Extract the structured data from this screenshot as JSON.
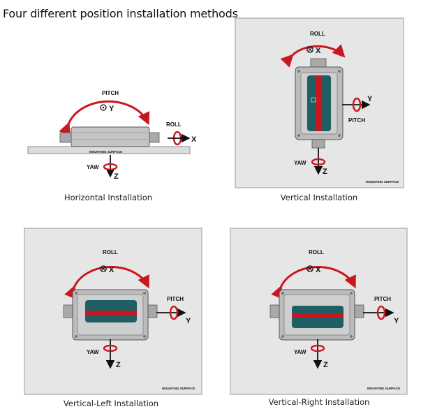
{
  "title": "Four different position installation methods",
  "colors": {
    "arrow_red": "#c8171e",
    "panel_bg": "#e6e6e6",
    "panel_border": "#9a9a9a",
    "device_body": "#bcbcbc",
    "label_bar": "#1f5e63"
  },
  "horizontal": {
    "caption": "Horizontal Installation",
    "pitch": "PITCH",
    "pitch_axis": "Y",
    "roll": "ROLL",
    "roll_axis": "X",
    "yaw": "YAW",
    "yaw_axis": "Z",
    "surface": "MOUNTING SURFACE"
  },
  "vertical": {
    "caption": "Vertical Installation",
    "roll": "ROLL",
    "roll_axis": "X",
    "pitch": "PITCH",
    "pitch_axis": "Y",
    "yaw": "YAW",
    "yaw_axis": "Z",
    "surface": "MOUNTING SURFACE"
  },
  "vertical_left": {
    "caption": "Vertical-Left Installation",
    "roll": "ROLL",
    "roll_axis": "X",
    "pitch": "PITCH",
    "pitch_axis": "Y",
    "yaw": "YAW",
    "yaw_axis": "Z",
    "surface": "MOUNTING SURFACE"
  },
  "vertical_right": {
    "caption": "Vertical-Right Installation",
    "roll": "ROLL",
    "roll_axis": "X",
    "pitch": "PITCH",
    "pitch_axis": "Y",
    "yaw": "YAW",
    "yaw_axis": "Z",
    "surface": "MOUNTING SURFACE"
  }
}
